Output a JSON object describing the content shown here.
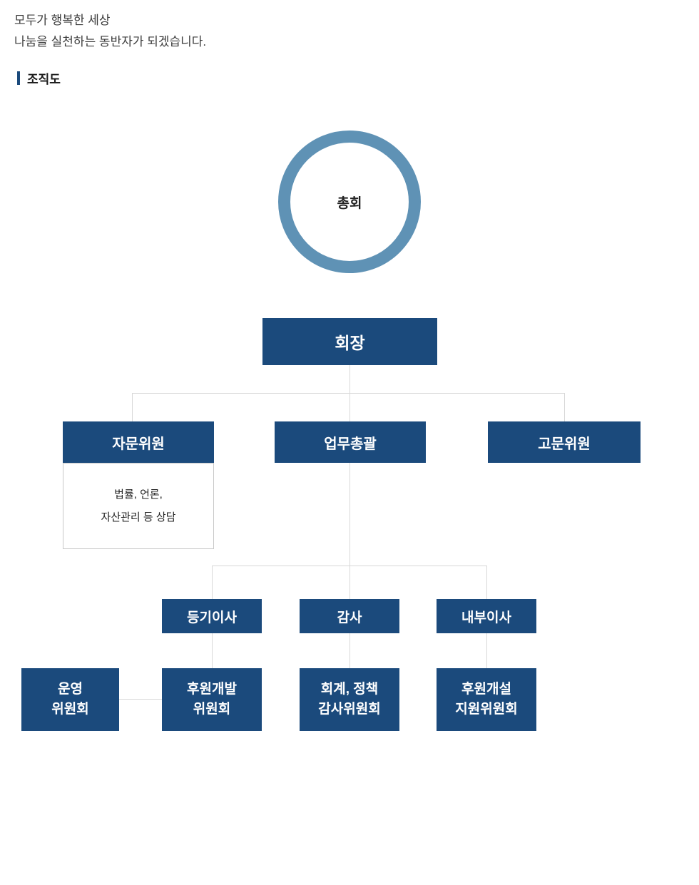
{
  "header": {
    "intro_line1": "모두가 행복한 세상",
    "intro_line2": "나눔을 실천하는 동반자가 되겠습니다.",
    "section_title": "조직도"
  },
  "chart": {
    "general_assembly": "총회",
    "chairman": "회장",
    "advisory_committee": "자문위원",
    "advisory_note_line1": "법률, 언론,",
    "advisory_note_line2": "자산관리 등 상담",
    "general_management": "업무총괄",
    "senior_advisory": "고문위원",
    "registered_director": "등기이사",
    "auditor": "감사",
    "internal_director": "내부이사",
    "operating_line1": "운영",
    "operating_line2": "위원회",
    "sponsorship_dev_line1": "후원개발",
    "sponsorship_dev_line2": "위원회",
    "audit_committee_line1": "회계, 정책",
    "audit_committee_line2": "감사위원회",
    "sponsorship_support_line1": "후원개설",
    "sponsorship_support_line2": "지원위원회"
  },
  "colors": {
    "box": "#1b4a7c",
    "ring": "#5f92b5",
    "connector": "#d8d8d8",
    "accent": "#1b4a7c"
  }
}
